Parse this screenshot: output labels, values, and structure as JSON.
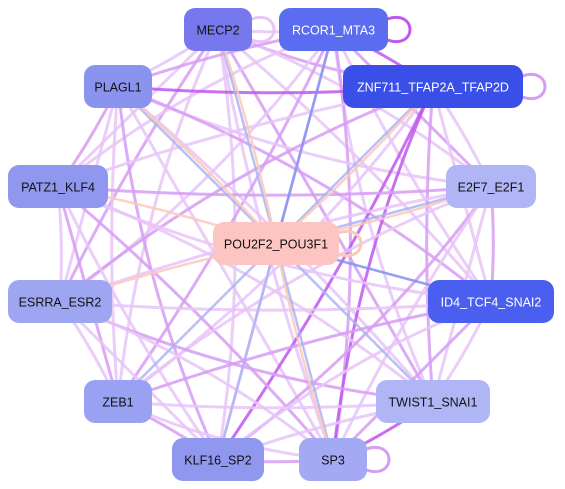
{
  "nodes": [
    {
      "id": "MECP2",
      "label": "MECP2",
      "fill": "#7777ee",
      "text": "#111111"
    },
    {
      "id": "RCOR1_MTA3",
      "label": "RCOR1_MTA3",
      "fill": "#5a6cf0",
      "text": "#ffffff"
    },
    {
      "id": "PLAGL1",
      "label": "PLAGL1",
      "fill": "#8a94ee",
      "text": "#111111"
    },
    {
      "id": "ZNF711_TFAP2A_TFAP2D",
      "label": "ZNF711_TFAP2A_TFAP2D",
      "fill": "#3a4fe8",
      "text": "#ffffff"
    },
    {
      "id": "PATZ1_KLF4",
      "label": "PATZ1_KLF4",
      "fill": "#8f98ee",
      "text": "#111111"
    },
    {
      "id": "E2F7_E2F1",
      "label": "E2F7_E2F1",
      "fill": "#b0b6f5",
      "text": "#111111"
    },
    {
      "id": "POU2F2_POU3F1",
      "label": "POU2F2_POU3F1",
      "fill": "#fdc5c2",
      "text": "#111111"
    },
    {
      "id": "ESRRA_ESR2",
      "label": "ESRRA_ESR2",
      "fill": "#9ea6f2",
      "text": "#111111"
    },
    {
      "id": "ID4_TCF4_SNAI2",
      "label": "ID4_TCF4_SNAI2",
      "fill": "#4a5ff0",
      "text": "#ffffff"
    },
    {
      "id": "ZEB1",
      "label": "ZEB1",
      "fill": "#99a2f2",
      "text": "#111111"
    },
    {
      "id": "TWIST1_SNAI1",
      "label": "TWIST1_SNAI1",
      "fill": "#b0b6f5",
      "text": "#111111"
    },
    {
      "id": "KLF16_SP2",
      "label": "KLF16_SP2",
      "fill": "#8f98ee",
      "text": "#111111"
    },
    {
      "id": "SP3",
      "label": "SP3",
      "fill": "#a3aaf3",
      "text": "#111111"
    }
  ],
  "colors": {
    "edge_light": "#e8c4f8",
    "edge_mid": "#d79cf5",
    "edge_strong": "#c057ee",
    "edge_blue": "#aab4f4",
    "edge_blue_strong": "#7f90f0",
    "edge_peach": "#fcc9b8"
  }
}
